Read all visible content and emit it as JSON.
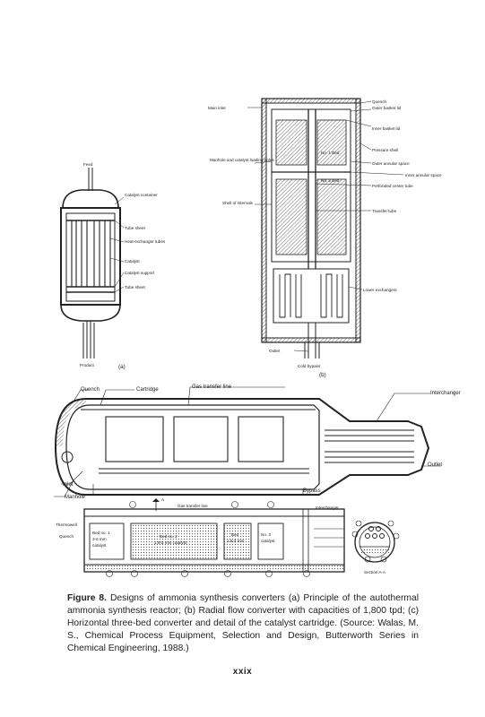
{
  "figure_a": {
    "labels": {
      "feed": "Feed",
      "catalyst_container": "Catalyst container",
      "tube_sheet_top": "Tube sheet",
      "heat_exchanger_tubes": "Heat-exchanger tubes",
      "catalyst": "Catalyst",
      "catalyst_support": "Catalyst support",
      "tube_sheet_bottom": "Tube sheet",
      "product": "Product"
    },
    "panel": "(a)"
  },
  "figure_b": {
    "labels": {
      "main_inlet": "Main inlet",
      "quench": "Quench",
      "outer_basket_lid": "Outer basket lid",
      "inner_basket_lid": "Inner basket lid",
      "pressure_shell": "Pressure shell",
      "manhole_catalyst": "Manhole and catalyst loading holes",
      "outer_annular_space": "Outer annular space",
      "inner_annular_space": "Inner annular space",
      "perforated_center_tube": "Perforated center tube",
      "shell_of_internals": "Shell of internals",
      "transfer_tube": "Transfer tube",
      "lower_exchangers": "Lower exchangers",
      "outlet": "Outlet",
      "cold_bypass": "Cold bypass",
      "bed1": "No. 1 Bed",
      "bed2": "No. 2 Bed"
    },
    "panel": "(b)"
  },
  "figure_c": {
    "labels": {
      "quench": "Quench",
      "cartridge": "Cartridge",
      "gas_transfer_line": "Gas transfer line",
      "interchanger": "Interchanger",
      "outlet": "Outlet",
      "inlet": "Inlet",
      "manhole": "Manhole",
      "bypass": "Bypass"
    }
  },
  "figure_d": {
    "labels": {
      "thermowell": "Thermowell",
      "quench": "Quench",
      "gas_transfer_line": "Gas transfer line",
      "interchanger": "Interchanger",
      "bed1": "Bed no. 1",
      "bed1_size": "3-6 mm",
      "bed1_mat": "catalyst",
      "bed2": "Bed no. 2",
      "bed2_size": "1.5-3 mm catalyst",
      "bed3": "Bed",
      "bed3_size": "1.5-3 mm",
      "bed4": "No. 3",
      "bed4_mat": "catalyst",
      "section": "Section A-A",
      "a_mark": "A"
    }
  },
  "caption": {
    "label": "Figure 8.",
    "text": " Designs of ammonia synthesis converters (a) Principle of the autothermal ammonia synthesis reactor; (b) Radial flow converter with capacities of 1,800 tpd; (c) Horizontal three-bed converter and detail of the catalyst cartridge. (Source: Walas, M. S., Chemical Process Equipment, Selection and Design, Butterworth Series in Chemical Engineering, 1988.)"
  },
  "page_number": "xxix"
}
